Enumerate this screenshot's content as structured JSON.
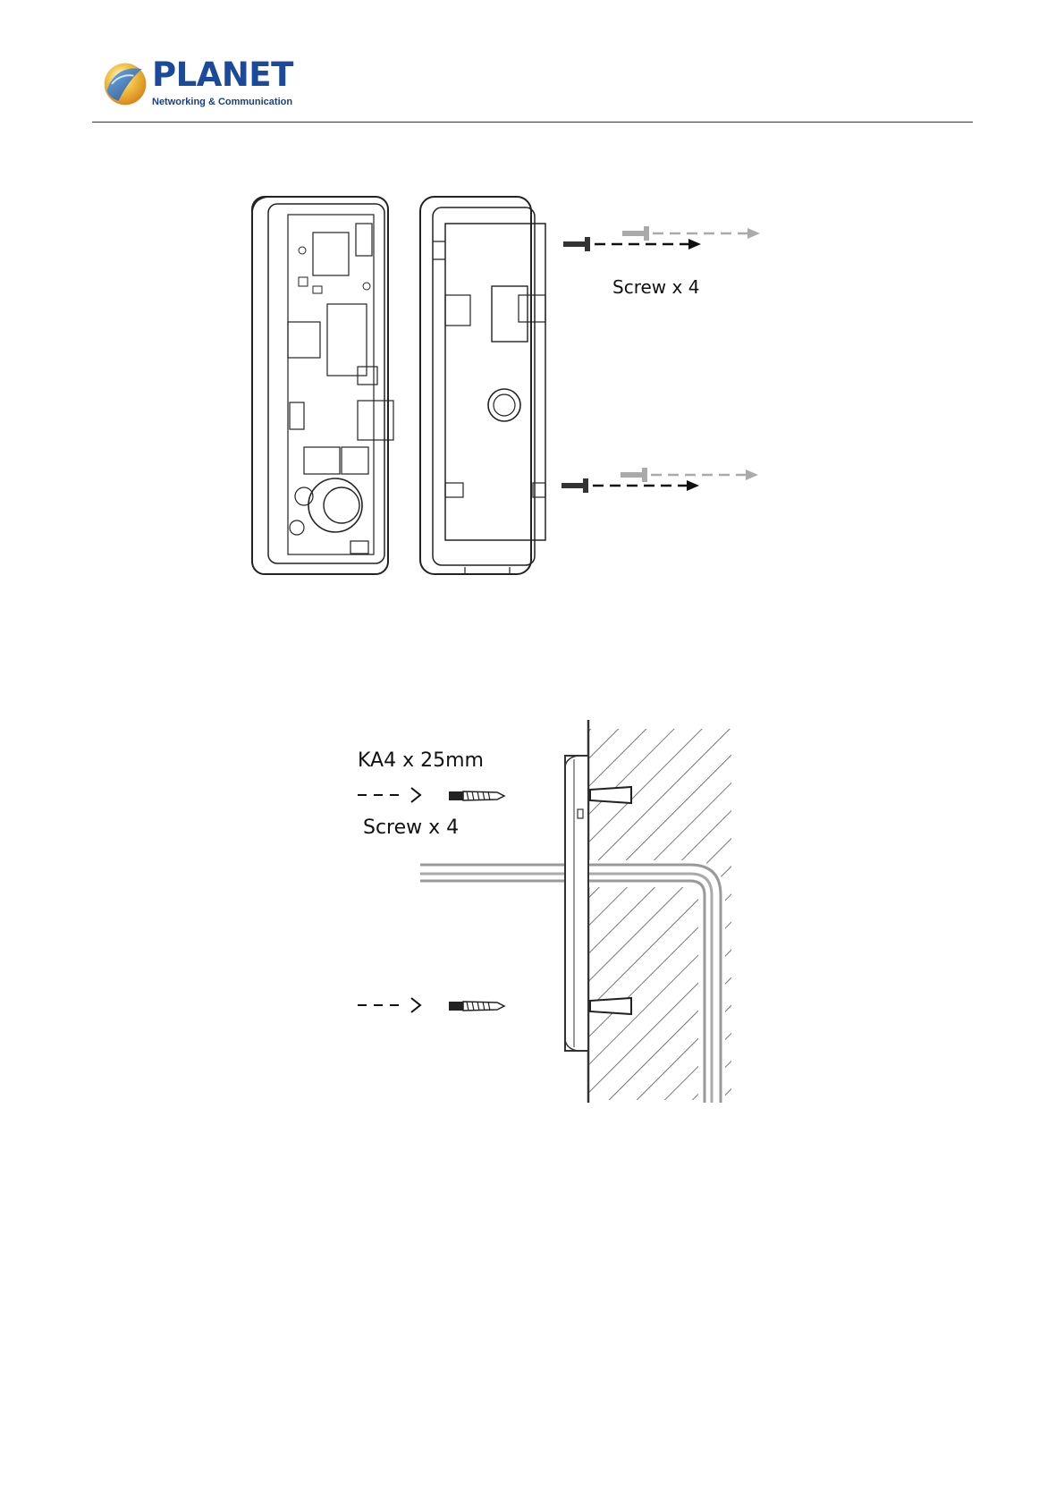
{
  "header": {
    "brand_name": "PLANET",
    "brand_tagline": "Networking & Communication",
    "logo_icon": "planet-globe-logo-icon",
    "brand_color": "#1b4a9c"
  },
  "figure_1": {
    "screw_label": "Screw x 4"
  },
  "figure_2": {
    "screw_spec": "KA4 x 25mm",
    "screw_label": "Screw x 4"
  }
}
